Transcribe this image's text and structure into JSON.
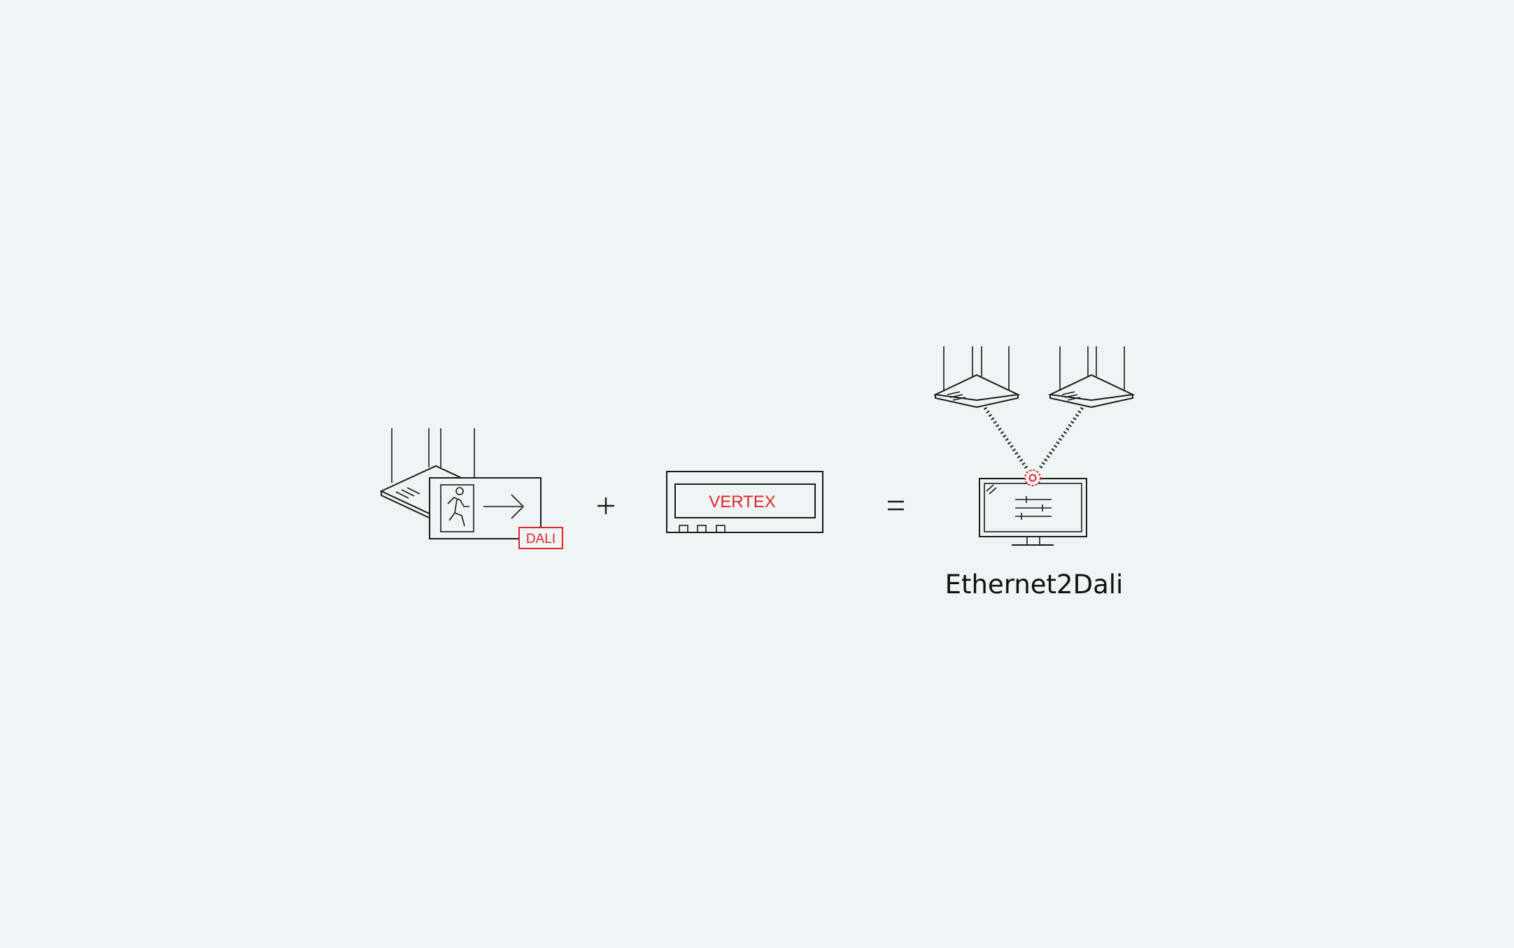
{
  "background_color": "#eff5f4",
  "accent_color": "#e0252b",
  "line_color": "#1a1a1a",
  "items": [
    {
      "name": "emergency-exit-light-icon",
      "badge_text": "DALI"
    },
    {
      "name": "plus-operator-icon"
    },
    {
      "name": "vertex-controller-icon",
      "display_text": "VERTEX"
    },
    {
      "name": "equals-operator-icon"
    },
    {
      "name": "ethernet2dali-system-icon",
      "caption": "Ethernet2Dali"
    }
  ]
}
